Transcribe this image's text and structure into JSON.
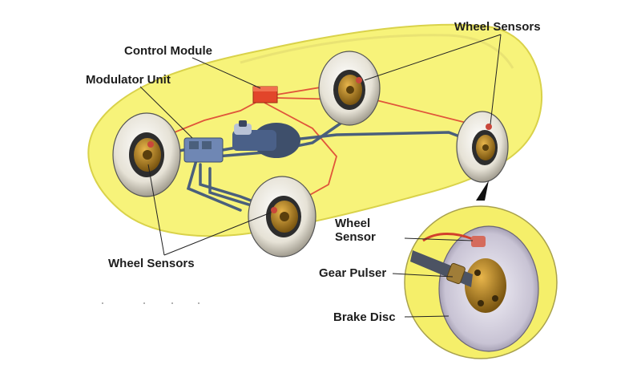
{
  "labels": {
    "control_module": "Control Module",
    "modulator_unit": "Modulator Unit",
    "wheel_sensors_top": "Wheel Sensors",
    "wheel_sensors_bottom": "Wheel Sensors",
    "wheel_sensor_line1": "Wheel",
    "wheel_sensor_line2": "Sensor",
    "gear_pulser": "Gear Pulser",
    "brake_disc": "Brake Disc"
  },
  "colors": {
    "car_body": "#f7f37a",
    "car_outline": "#d9d24a",
    "brake_line": "#4a5f7c",
    "sensor_wire": "#e0553a",
    "control_module": "#e2452a",
    "modulator": "#6f87b4",
    "tire": "#ece8dc",
    "hub": "#b08226",
    "inset_bg": "#f5ef6a"
  }
}
